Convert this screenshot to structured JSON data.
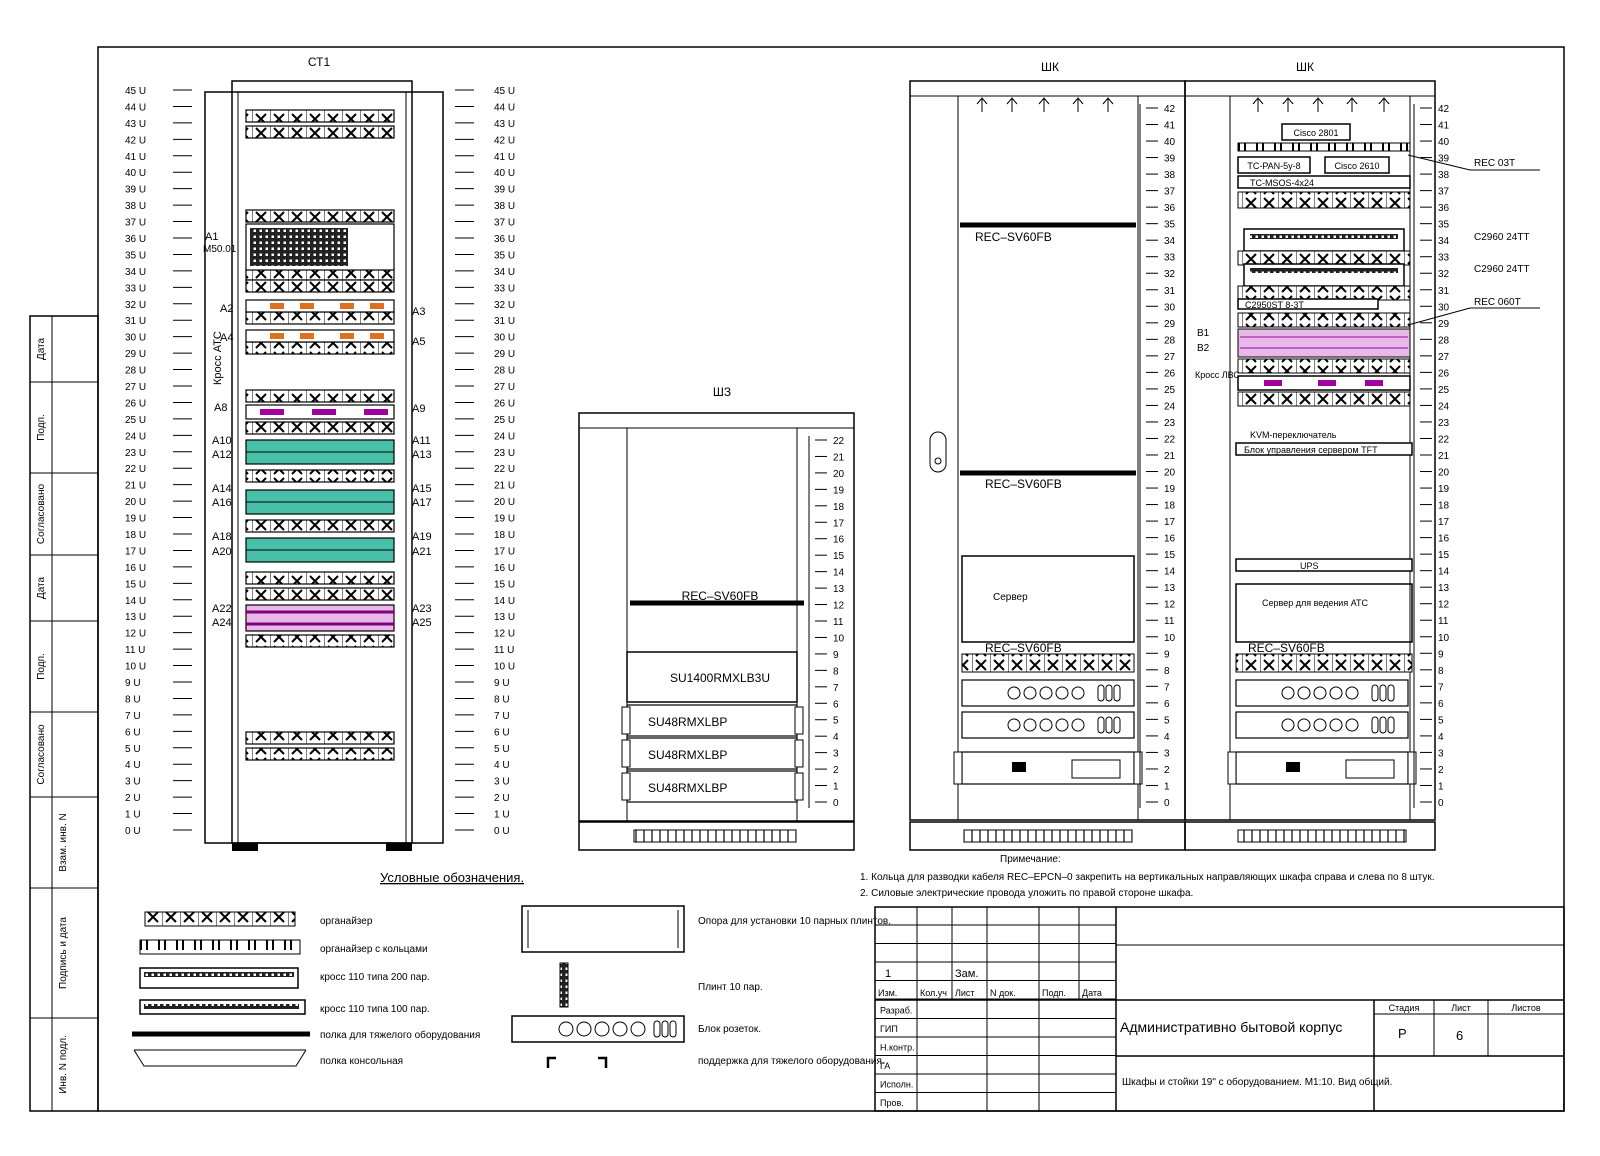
{
  "diagram": {
    "stand_st1": {
      "title": "СТ1",
      "units": 46,
      "u_suffix": " U",
      "vertical_label": "Кросс АТС",
      "equipment_labels": [
        {
          "name": "A1",
          "sub": "M50.01"
        },
        {
          "name": "A2"
        },
        {
          "name": "A3"
        },
        {
          "name": "A4"
        },
        {
          "name": "A5"
        },
        {
          "name": "A8"
        },
        {
          "name": "A9"
        },
        {
          "name": "A10"
        },
        {
          "name": "A11"
        },
        {
          "name": "A12"
        },
        {
          "name": "A13"
        },
        {
          "name": "A14"
        },
        {
          "name": "A15"
        },
        {
          "name": "A16"
        },
        {
          "name": "A17"
        },
        {
          "name": "A18"
        },
        {
          "name": "A19"
        },
        {
          "name": "A20"
        },
        {
          "name": "A21"
        },
        {
          "name": "A22"
        },
        {
          "name": "A23"
        },
        {
          "name": "A24"
        },
        {
          "name": "A25"
        }
      ]
    },
    "cabinet_shz": {
      "title": "ШЗ",
      "units_max": 22,
      "shelf_label": "REC–SV60FB",
      "ups_label": "SU1400RMXLB3U",
      "battery_labels": [
        "SU48RMXLBP",
        "SU48RMXLBP",
        "SU48RMXLBP"
      ]
    },
    "cabinet_shr": {
      "title": "ШК",
      "units_max": 42,
      "shelf_labels": [
        "REC–SV60FB",
        "REC–SV60FB",
        "REC–SV60FB"
      ],
      "server_label": "Сервер"
    },
    "cabinet_shk": {
      "title": "ШК",
      "units_max": 42,
      "device_labels": [
        "Cisco 2801",
        "ТС-PAN-5у-8",
        "Cisco 2610",
        "ТС-MSOS-4x24"
      ],
      "side_labels": [
        "REC 03Т",
        "C2960 24TT",
        "C2960 24TT",
        "REC 060Т"
      ],
      "switch_label": "C2950ST 8-3T",
      "left_labels": [
        "B1",
        "B2",
        "Кросс ЛВС"
      ],
      "kvm_label": "KVM-переключатель",
      "monitor_label": "Блок управления сервером TFT",
      "ups_label": "UPS",
      "server_label": "Сервер для ведения АТС",
      "shelf_label": "REC–SV60FB"
    },
    "legend": {
      "title": "Условные обозначения.",
      "items": [
        "органайзер",
        "органайзер с кольцами",
        "кросс 110 типа 200 пар.",
        "кросс 110 типа 100 пар.",
        "полка для тяжелого оборудования",
        "полка консольная"
      ],
      "items_right": [
        "Опора для установки 10 парных плинтов.",
        "Плинт 10 пар.",
        "Блок розеток.",
        "поддержка для тяжелого оборудования."
      ]
    },
    "notes": {
      "title": "Примечание:",
      "lines": [
        "1. Кольца для разводки кабеля REC–EPCN–0 закрепить на вертикальных направляющих шкафа справа и слева по 8 штук.",
        "2. Силовые электрические провода уложить по правой стороне шкафа."
      ]
    },
    "title_block": {
      "building": "Административно бытовой корпус",
      "drawing": "Шкафы и стойки 19\" с оборудованием. М1:10. Вид общий.",
      "stage_header": "Стадия",
      "sheet_header": "Лист",
      "sheets_header": "Листов",
      "stage": "Р",
      "sheet": "6",
      "change_row": {
        "num": "1",
        "label": "Зам."
      },
      "columns": [
        "Изм.",
        "Кол.уч",
        "Лист",
        "N док.",
        "Подп.",
        "Дата"
      ],
      "roles": [
        "Разраб.",
        "ГИП",
        "Н.контр.",
        "ГА",
        "Исполн.",
        "Пров."
      ]
    },
    "side_stamp": [
      "Согласовано",
      "Подп.",
      "Дата",
      "Согласовано",
      "Подп.",
      "Дата",
      "Взам. инв. N",
      "Подпись и дата",
      "Инв. N подл."
    ]
  }
}
